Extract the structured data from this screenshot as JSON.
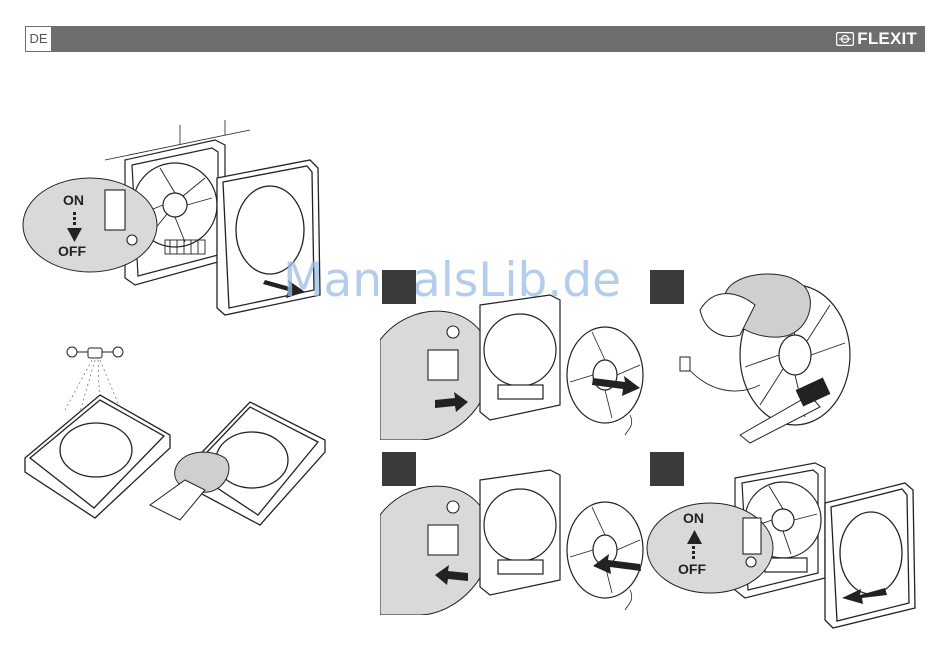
{
  "header": {
    "language": "DE",
    "brand": "FLEXIT",
    "brand_icon": "flexit-logo-icon",
    "bar_color": "#6e6e6e"
  },
  "switch_labels": {
    "on": "ON",
    "off": "OFF"
  },
  "watermark": "ManualsLib.de",
  "colors": {
    "line": "#222222",
    "step_box": "#3a3a3a",
    "magnifier": "#d9d9d9",
    "watermark": "#9bbde6"
  }
}
